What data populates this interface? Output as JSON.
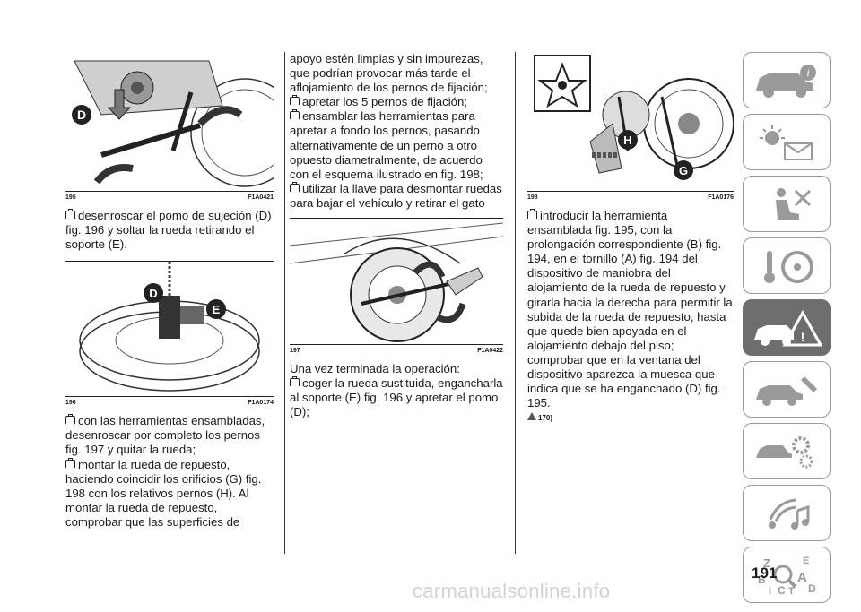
{
  "figures": {
    "f195": {
      "num": "195",
      "code": "F1A0421",
      "labels": [
        "D"
      ]
    },
    "f196": {
      "num": "196",
      "code": "F1A0174",
      "labels": [
        "D",
        "E"
      ]
    },
    "f197": {
      "num": "197",
      "code": "F1A0422"
    },
    "f198": {
      "num": "198",
      "code": "F1A0176",
      "labels": [
        "H",
        "G"
      ]
    }
  },
  "col1": {
    "p1": "desenroscar el pomo de sujeción (D) fig. 196 y soltar la rueda retirando el soporte (E).",
    "p2": "con las herramientas ensambladas, desenroscar por completo los pernos fig. 197 y quitar la rueda;",
    "p3": "montar la rueda de repuesto, haciendo coincidir los orificios (G) fig. 198 con los relativos pernos (H). Al montar la rueda de repuesto, comprobar que las superficies de"
  },
  "col2": {
    "p1": "apoyo estén limpias y sin impurezas, que podrían provocar más tarde el aflojamiento de los pernos de fijación;",
    "p2": "apretar los 5 pernos de fijación;",
    "p3": "ensamblar las herramientas para apretar a fondo los pernos, pasando alternativamente de un perno a otro opuesto diametralmente, de acuerdo con el esquema ilustrado en fig. 198;",
    "p4": "utilizar la llave para desmontar ruedas para bajar el vehículo y retirar el gato",
    "p5": "Una vez terminada la operación:",
    "p6": "coger la rueda sustituida, engancharla al soporte (E) fig. 196 y apretar el pomo (D);"
  },
  "col3": {
    "p1": "introducir la herramienta ensamblada fig. 195, con la prolongación correspondiente (B) fig. 194, en el tornillo (A) fig. 194 del dispositivo de maniobra del alojamiento de la rueda de repuesto y girarla hacia la derecha para permitir la subida de la rueda de repuesto, hasta que quede bien apoyada en el alojamiento debajo del piso; comprobar que en la ventana del dispositivo aparezca la muesca que indica que se ha enganchado (D) fig. 195.",
    "warning": "170)"
  },
  "sidebar": {
    "tabs": [
      "car-info-icon",
      "warning-lights-icon",
      "airbag-seat-icon",
      "key-steering-icon",
      "breakdown-icon",
      "maintenance-icon",
      "tech-specs-icon",
      "multimedia-icon",
      "index-icon"
    ],
    "active_index": 4,
    "index_letters": [
      "Z",
      "E",
      "B",
      "A",
      "I",
      "C",
      "T",
      "D"
    ]
  },
  "page_number": "191",
  "watermark": "carmanualsonline.info"
}
